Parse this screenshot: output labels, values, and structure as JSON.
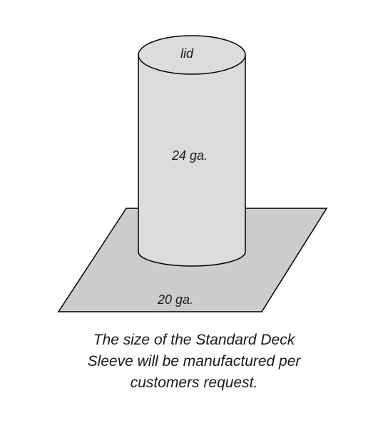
{
  "labels": {
    "lid": "lid",
    "sleeve_gauge": "24 ga.",
    "base_gauge": "20 ga."
  },
  "caption": {
    "line1": "The size of the Standard Deck",
    "line2": "Sleeve will be manufactured per",
    "line3": "customers request."
  },
  "colors": {
    "base_fill": "#cccccc",
    "cylinder_fill": "#dcdcdc",
    "outline": "#000000",
    "text": "#1a1a1a"
  }
}
